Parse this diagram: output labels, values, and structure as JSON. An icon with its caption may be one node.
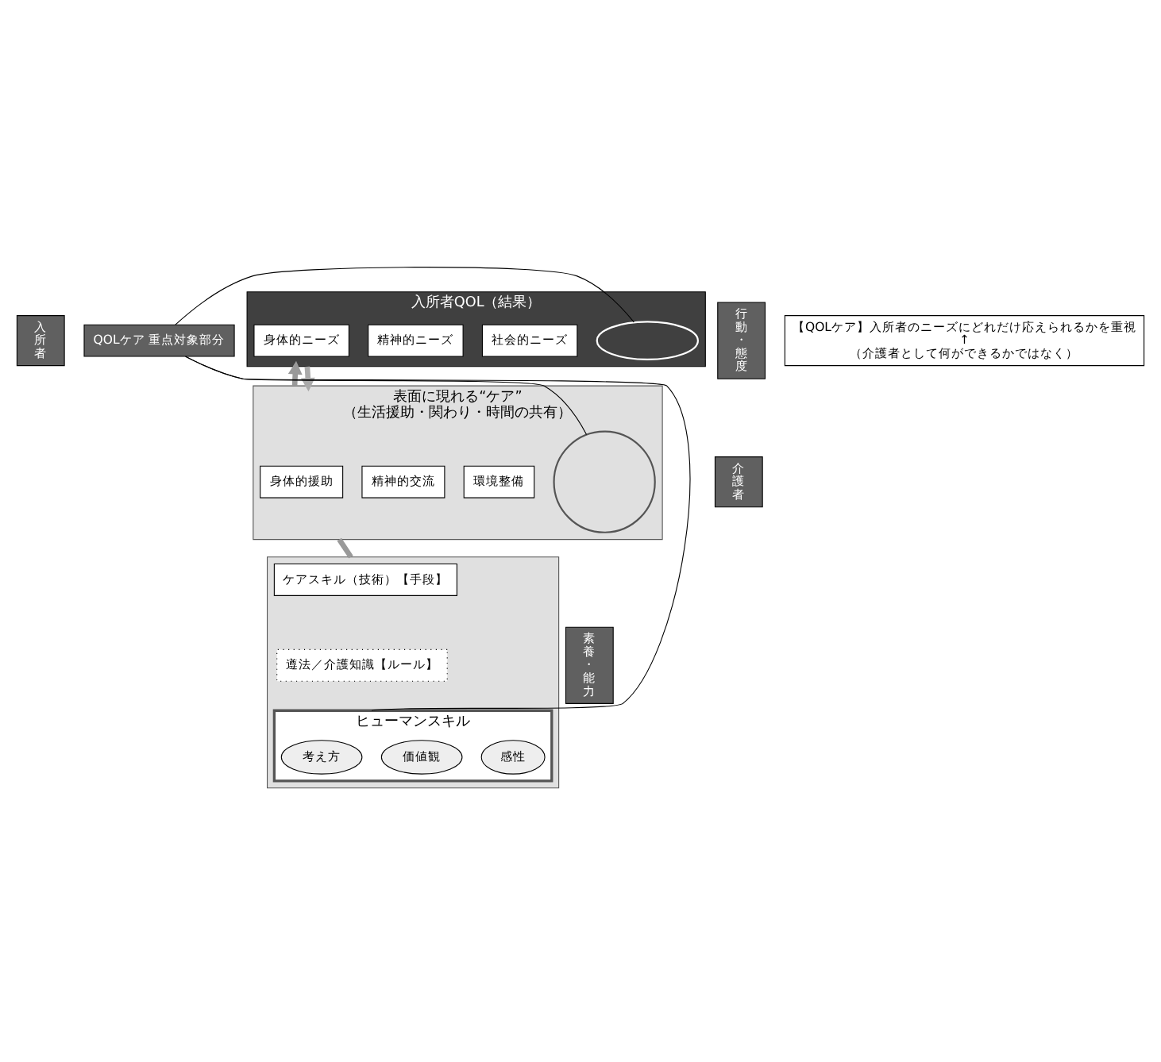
{
  "diagram": {
    "nodes": [
      {
        "text": [
          "入所者"
        ]
      },
      {
        "text": [
          "入所者QOL（結果）"
        ]
      },
      {
        "text": [
          "身体的ニーズ"
        ],
        "in": 1
      },
      {
        "text": [
          "精神的ニーズ"
        ],
        "in": 1
      },
      {
        "text": [
          "社会的ニーズ"
        ],
        "in": 1
      },
      {
        "text": [],
        "shape": "ellipse",
        "in": 1
      },
      {
        "text": [
          "介護者"
        ]
      },
      {
        "text": [
          "行動・態度"
        ]
      },
      {
        "text": [
          "表面に現れる“ケア”",
          "（生活援助・関わり・時間の共有）"
        ]
      },
      {
        "text": [
          "身体的援助"
        ],
        "in": 8
      },
      {
        "text": [
          "精神的交流"
        ],
        "in": 8
      },
      {
        "text": [
          "環境整備"
        ],
        "in": 8
      },
      {
        "text": [],
        "shape": "circle",
        "in": 8
      },
      {
        "text": [
          "素養・能力"
        ]
      },
      {
        "text": [],
        "shape": "box"
      },
      {
        "text": [
          "ケアスキル（技術）【手段】"
        ],
        "in": 14
      },
      {
        "text": [
          "遵法／介護知識【ルール】"
        ],
        "in": 14
      },
      {
        "text": [
          "ヒューマンスキル"
        ],
        "in": 14
      },
      {
        "text": [
          "考え方"
        ],
        "in": 17
      },
      {
        "text": [
          "価値観"
        ],
        "in": 17
      },
      {
        "text": [
          "感性"
        ],
        "in": 17
      },
      {
        "text": [
          "QOLケア 重点対象部分"
        ]
      },
      {
        "text": [
          "【QOLケア】入所者のニーズにどれだけ応えられるかを重視",
          "↑",
          "（介護者として何ができるかではなく）"
        ]
      }
    ],
    "edges": [
      {
        "from": 8,
        "to": 1,
        "arrow": "to",
        "style": "thick",
        "color": "#999999"
      },
      {
        "from": 14,
        "to": 8,
        "arrow": "none",
        "style": "thick",
        "color": "#999999"
      },
      {
        "from": 1,
        "to": 8,
        "arrow": "to",
        "style": "thick",
        "color": "#aaaaaa"
      },
      {
        "from": 21,
        "to": 5,
        "arrow": "none"
      },
      {
        "from": 21,
        "to": 12,
        "arrow": "none"
      },
      {
        "from": 21,
        "to": 17,
        "arrow": "none"
      }
    ]
  }
}
